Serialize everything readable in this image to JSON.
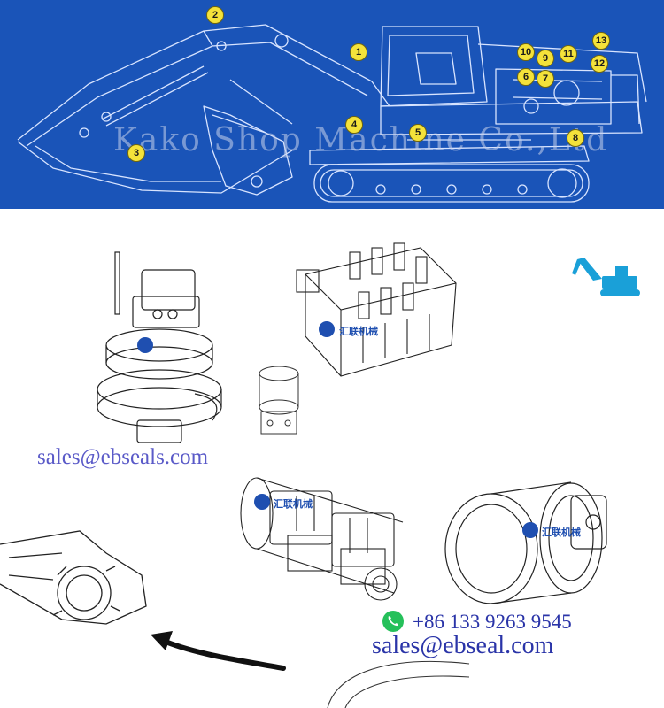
{
  "banner": {
    "background": "#1a54b8",
    "watermark": "Kako Shop Machine Co.,Ltd",
    "callouts": [
      "1",
      "2",
      "3",
      "4",
      "5",
      "6",
      "7",
      "8",
      "9",
      "10",
      "11",
      "12",
      "13"
    ]
  },
  "brand_text": "汇联机械",
  "contacts": {
    "email_top": "sales@ebseals.com",
    "phone": "+86 133 9263 9545",
    "email_bottom": "sales@ebseal.com"
  },
  "colors": {
    "callout_fill": "#f4e23a",
    "accent_cyan": "#1aa0d8",
    "whatsapp": "#25c05a"
  },
  "icons": [
    "whatsapp-icon",
    "excavator-icon",
    "brand-logo-icon",
    "arrow-icon"
  ]
}
